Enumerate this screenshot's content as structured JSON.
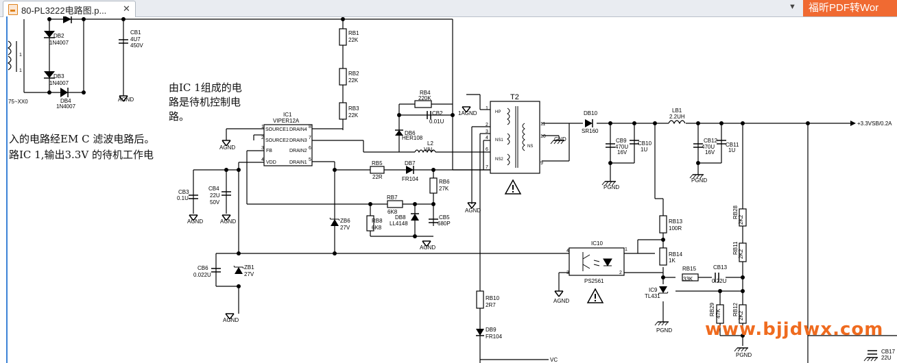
{
  "tab": {
    "title": "80-PL3222电路图.p...",
    "close": "✕",
    "dropdown": "▼"
  },
  "banner": {
    "text": "福昕PDF转Wor"
  },
  "notes": {
    "line1": "由IC 1组成的电",
    "line2": "路是待机控制电",
    "line3": "路。",
    "left1": "入的电路经EM C 滤波电路后。",
    "left2": "路IC 1,输出3.3V 的待机工作电"
  },
  "watermark": "www.bjjdwx.com",
  "labels": {
    "db2": "DB2",
    "db2v": "1N4007",
    "db3": "DB3",
    "db3v": "1N4007",
    "db4": "DB4",
    "db4v": "1N4007",
    "frag": "75~XX0",
    "cb1": "CB1",
    "cb1v": "4U7",
    "cb1v2": "450V",
    "agnd": "AGND",
    "rb1": "RB1",
    "rb1v": "22K",
    "rb2": "RB2",
    "rb2v": "22K",
    "rb3": "RB3",
    "rb3v": "22K",
    "rb4": "RB4",
    "rb4v": "220K",
    "cb2": "CB2",
    "cb2v": "0.01U",
    "db6": "DB6",
    "db6v": "HER108",
    "l2": "L2",
    "l2v": "VAL",
    "ic1": "IC1",
    "ic1v": "VIPER12A",
    "p_s1": "SOURCE1",
    "p_d4": "DRAIN4",
    "p_s2": "SOURCE2",
    "p_d3": "DRAIN3",
    "p_fb": "FB",
    "p_d2": "DRAIN2",
    "p_vdd": "VDD",
    "p_d1": "DRAIN1",
    "rb5": "RB5",
    "rb5v": "22R",
    "db7": "DB7",
    "db7v": "FR104",
    "rb6": "RB6",
    "rb6v": "27K",
    "cb3": "CB3",
    "cb3v": "0.1U",
    "cb4": "CB4",
    "cb4v": "22U",
    "cb4v2": "50V",
    "rb7": "RB7",
    "rb7v": "6K8",
    "db8": "DB8",
    "db8v": "LL4148",
    "cb5": "CB5",
    "cb5v": "680P",
    "rb8": "RB8",
    "rb8v": "6K8",
    "zb6": "ZB6",
    "zb6v": "27V",
    "cb6": "CB6",
    "cb6v": "0.022U",
    "zb1": "ZB1",
    "zb1v": "27V",
    "t2": "T2",
    "hp": "HP",
    "ns1": "NS1",
    "ns2": "NS2",
    "ns": "NS",
    "agnd1": "1AGND",
    "gnd": "GND",
    "db10": "DB10",
    "db10v": "SR160",
    "lb1": "LB1",
    "lb1v": "2.2UH",
    "cb9": "CB9",
    "cb9v": "470U",
    "cb9v2": "16V",
    "cb10": "CB10",
    "cb10v": "1U",
    "cb12": "CB12",
    "cb12v": "470U",
    "cb12v2": "16V",
    "cb11": "CB11",
    "cb11v": "1U",
    "pgnd": "PGND",
    "out": "+3.3VSB/0.2A",
    "rb13": "RB13",
    "rb13v": "100R",
    "rb14": "RB14",
    "rb14v": "1K",
    "ic10": "IC10",
    "ic10v": "PS2561",
    "rb15": "RB15",
    "rb15v": "33K",
    "cb13": "CB13",
    "cb13v": "0.22U",
    "ic9": "IC9",
    "ic9v": "TL431",
    "rb10": "RB10",
    "rb10v": "2R7",
    "db9": "DB9",
    "db9v": "FR104",
    "rb28": "RB28",
    "rb28v": "2K2",
    "rb11": "RB11",
    "rb11v": "2K2",
    "rb29": "RB29",
    "rb29v": "47K",
    "rb12": "RB12",
    "rb12v": "2K2",
    "cb17": "CB17",
    "cb17v": "22U",
    "vc": "VC",
    "n1": "1",
    "n2": "2",
    "n3": "3",
    "n4": "4",
    "n5": "5",
    "n6": "6",
    "n7": "7",
    "n8": "8",
    "n9": "9",
    "n10": "10",
    "n11": "11"
  }
}
